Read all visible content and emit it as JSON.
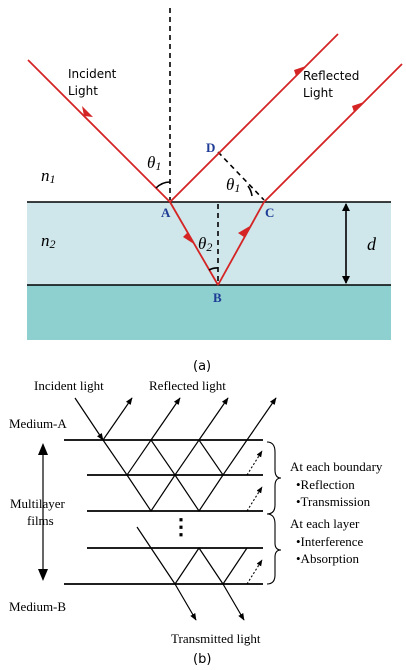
{
  "figure_a": {
    "incident_label_line1": "Incident",
    "incident_label_line2": "Light",
    "reflected_label_line1": "Reflected",
    "reflected_label_line2": "Light",
    "n1": "n1",
    "n2": "n2",
    "theta1": "θ1",
    "theta1_dup": "θ1",
    "theta2": "θ2",
    "point_a": "A",
    "point_b": "B",
    "point_c": "C",
    "point_d": "D",
    "thickness": "d",
    "caption": "(a)",
    "colors": {
      "ray": "#d42424",
      "film": "#cfe6ea",
      "substrate": "#8ecfcf",
      "point_label": "#1e3c96"
    }
  },
  "figure_b": {
    "incident_light": "Incident light",
    "reflected_light": "Reflected light",
    "medium_a": "Medium-A",
    "medium_b": "Medium-B",
    "multilayer_line1": "Multilayer",
    "multilayer_line2": "films",
    "ellipsis": "⋮",
    "transmitted_light": "Transmitted light",
    "boundary_heading": "At each boundary",
    "boundary_items": [
      "•Reflection",
      "•Transmission"
    ],
    "layer_heading": "At each layer",
    "layer_items": [
      "•Interference",
      "•Absorption"
    ],
    "caption": "(b)"
  }
}
